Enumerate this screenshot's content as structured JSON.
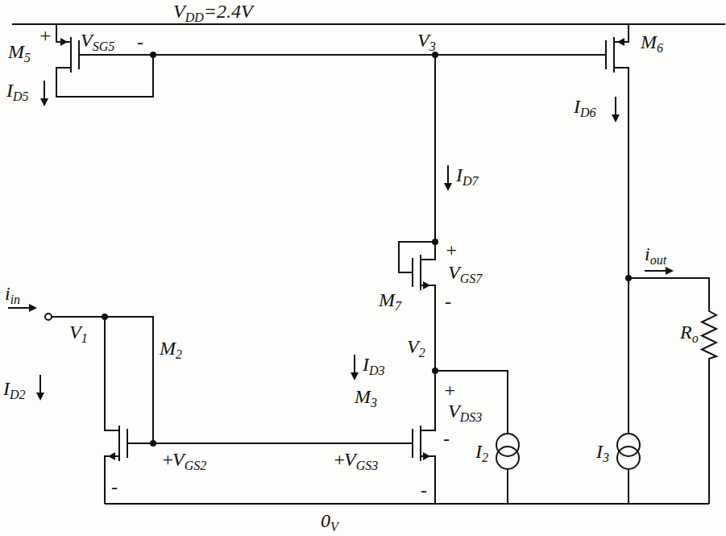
{
  "diagram": {
    "labels": [
      "VDD=2.4V",
      "+",
      "VSG5",
      "-",
      "M5",
      "ID5",
      "V3",
      "M6",
      "ID6",
      "ID7",
      "+",
      "VGS7",
      "M7",
      "-",
      "V2",
      "iin",
      "V1",
      "M2",
      "ID2",
      "+",
      "VGS2",
      "-",
      "ID3",
      "M3",
      "+",
      "VDS3",
      "-",
      "+",
      "VGS3",
      "-",
      "I2",
      "I3",
      "iout",
      "Ro",
      "0V"
    ]
  }
}
